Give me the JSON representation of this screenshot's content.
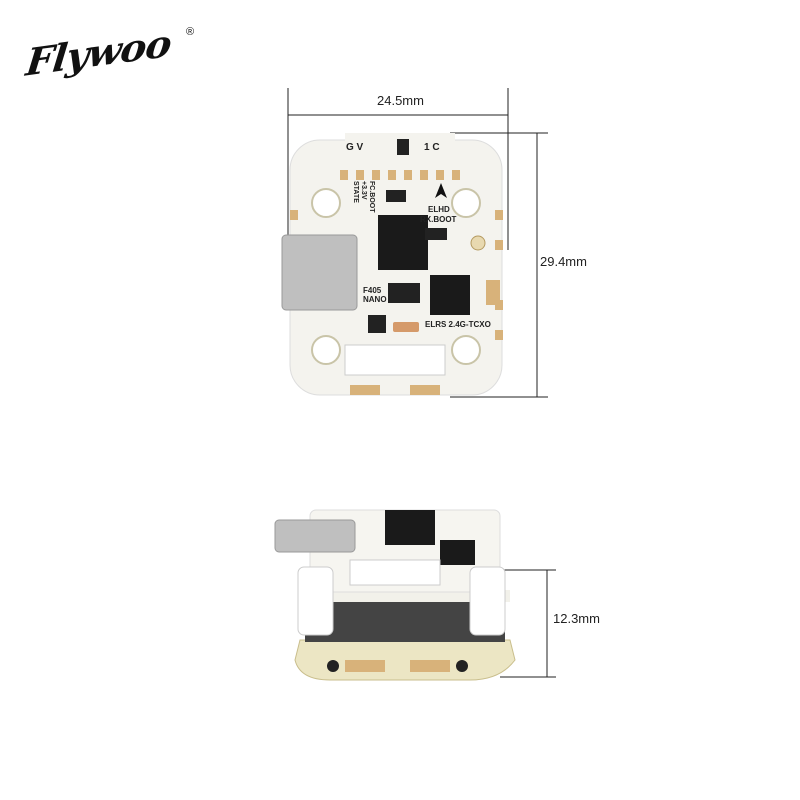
{
  "logo": {
    "text": "Flywoo",
    "registered": "®"
  },
  "dimensions": {
    "width": "24.5mm",
    "height": "29.4mm",
    "stack_height": "12.3mm"
  },
  "board_labels": {
    "pad_left": "G V",
    "pad_right": "1 C",
    "fc_boot": "FC.BOOT",
    "v33": "+3.3V",
    "state": "STATE",
    "elhd": "ELHD",
    "rx_boot": "RX.BOOT",
    "f405": "F405",
    "nano": "NANO",
    "elrs": "ELRS 2.4G-TCXO"
  },
  "colors": {
    "pcb": "#f4f3ee",
    "pad": "#d8b27a",
    "chip": "#1a1a1a",
    "line": "#222222"
  }
}
